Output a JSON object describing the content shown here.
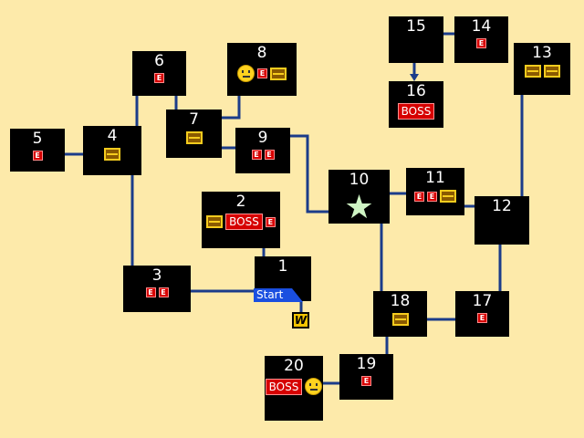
{
  "map": {
    "start_label": "Start",
    "warp_label": "W",
    "rooms": [
      {
        "num": "1",
        "icons": []
      },
      {
        "num": "2",
        "icons": [
          "chest",
          "boss",
          "E"
        ]
      },
      {
        "num": "3",
        "icons": [
          "E",
          "E"
        ]
      },
      {
        "num": "4",
        "icons": [
          "chest"
        ]
      },
      {
        "num": "5",
        "icons": [
          "E"
        ]
      },
      {
        "num": "6",
        "icons": [
          "E"
        ]
      },
      {
        "num": "7",
        "icons": [
          "chest"
        ]
      },
      {
        "num": "8",
        "icons": [
          "face",
          "E",
          "chest"
        ]
      },
      {
        "num": "9",
        "icons": [
          "E",
          "E"
        ]
      },
      {
        "num": "10",
        "icons": [
          "star"
        ]
      },
      {
        "num": "11",
        "icons": [
          "E",
          "E",
          "chest"
        ]
      },
      {
        "num": "12",
        "icons": []
      },
      {
        "num": "13",
        "icons": [
          "chest",
          "chest"
        ]
      },
      {
        "num": "14",
        "icons": [
          "E"
        ]
      },
      {
        "num": "15",
        "icons": []
      },
      {
        "num": "16",
        "icons": [
          "boss"
        ]
      },
      {
        "num": "17",
        "icons": [
          "E"
        ]
      },
      {
        "num": "18",
        "icons": [
          "chest"
        ]
      },
      {
        "num": "19",
        "icons": [
          "E"
        ]
      },
      {
        "num": "20",
        "icons": [
          "boss",
          "face"
        ]
      }
    ],
    "icon_texts": {
      "E": "E",
      "boss": "BOSS",
      "star": "★"
    },
    "colors": {
      "background": "#fdeaaa",
      "room": "#000000",
      "path": "#1b3c8a",
      "enemy": "#d60000",
      "boss": "#d60000",
      "chest": "#f6cc1e",
      "start": "#1a4fe0",
      "star": "#cff4c4"
    }
  }
}
